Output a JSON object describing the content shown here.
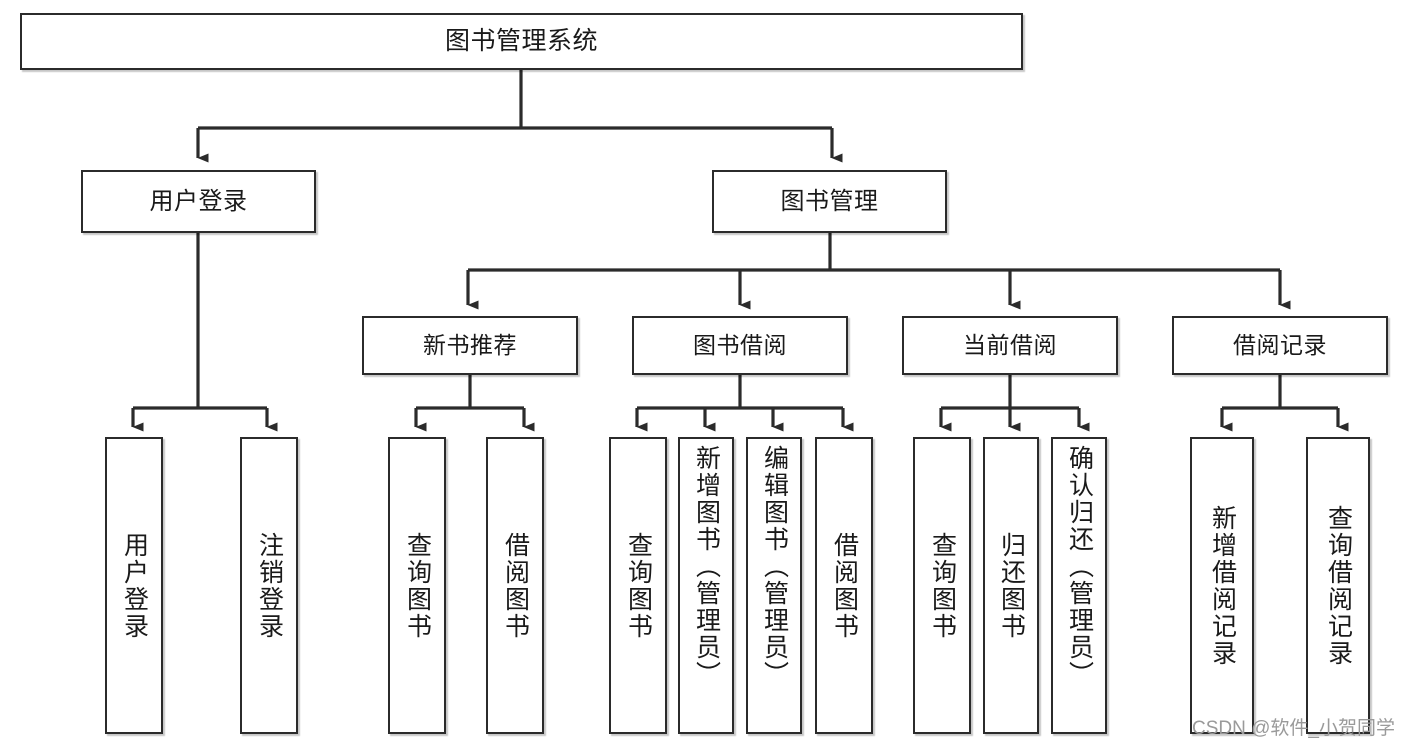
{
  "diagram": {
    "type": "tree-hierarchy",
    "title": "图书管理系统",
    "orientation": "top-down",
    "colors": {
      "box_border": "#2b2b2b",
      "box_fill": "#ffffff",
      "connector": "#2b2b2b",
      "text": "#1a1a1a",
      "watermark": "#9a9a9a"
    }
  },
  "root": {
    "label": "图书管理系统"
  },
  "level2": [
    {
      "id": "user-login",
      "label": "用户登录"
    },
    {
      "id": "book-management",
      "label": "图书管理"
    }
  ],
  "level3": [
    {
      "id": "new-book-recommend",
      "label": "新书推荐",
      "parent": "book-management"
    },
    {
      "id": "book-borrow",
      "label": "图书借阅",
      "parent": "book-management"
    },
    {
      "id": "current-borrow",
      "label": "当前借阅",
      "parent": "book-management"
    },
    {
      "id": "borrow-record",
      "label": "借阅记录",
      "parent": "book-management"
    }
  ],
  "leaves": {
    "user-login": [
      {
        "id": "leaf-user-login",
        "label": "用户登录"
      },
      {
        "id": "leaf-logout-login",
        "label": "注销登录"
      }
    ],
    "new-book-recommend": [
      {
        "id": "leaf-query-book-1",
        "label": "查询图书"
      },
      {
        "id": "leaf-borrow-book-1",
        "label": "借阅图书"
      }
    ],
    "book-borrow": [
      {
        "id": "leaf-query-book-2",
        "label": "查询图书"
      },
      {
        "id": "leaf-add-book",
        "label": "新增图书（管理员）"
      },
      {
        "id": "leaf-edit-book",
        "label": "编辑图书（管理员）"
      },
      {
        "id": "leaf-borrow-book-2",
        "label": "借阅图书"
      }
    ],
    "current-borrow": [
      {
        "id": "leaf-query-book-3",
        "label": "查询图书"
      },
      {
        "id": "leaf-return-book",
        "label": "归还图书"
      },
      {
        "id": "leaf-confirm-return",
        "label": "确认归还（管理员）"
      }
    ],
    "borrow-record": [
      {
        "id": "leaf-add-record",
        "label": "新增借阅记录"
      },
      {
        "id": "leaf-query-record",
        "label": "查询借阅记录"
      }
    ]
  },
  "watermark": {
    "text": "CSDN @软件_小贺同学"
  }
}
